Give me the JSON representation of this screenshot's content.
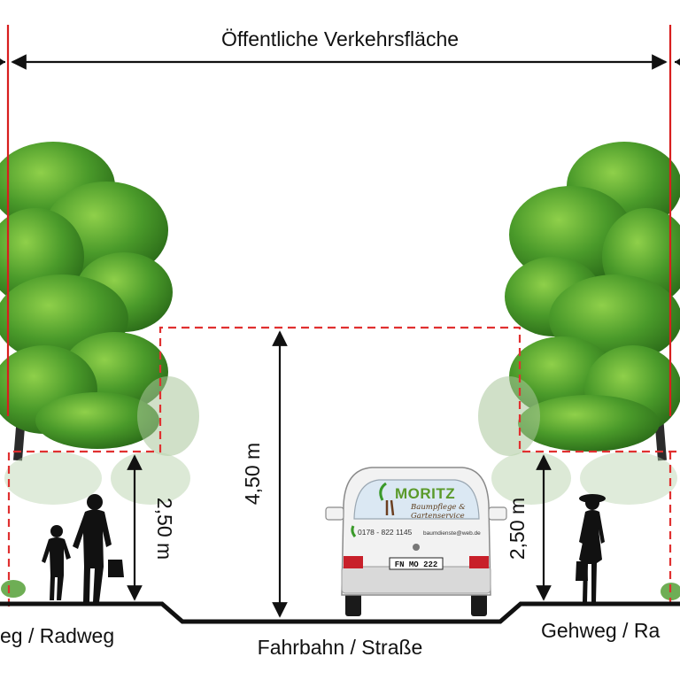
{
  "diagram": {
    "title": "Öffentliche Verkehrsfläche",
    "road_label": "Fahrbahn / Straße",
    "left_sidewalk_label": "eg / Radweg",
    "right_sidewalk_label": "Gehweg / Ra",
    "road_clearance": "4,50 m",
    "left_sidewalk_clearance": "2,50 m",
    "right_sidewalk_clearance": "2,50 m"
  },
  "van": {
    "brand": "MORITZ",
    "service_line1": "Baumpflege &",
    "service_line2": "Gartenservice",
    "phone": "0178 - 822 1145",
    "email": "baumdienste@web.de",
    "plate": "FN MO 222"
  },
  "colors": {
    "boundary_line": "#d81e1e",
    "clearance_dash": "#e03030",
    "foliage_dark": "#2f7a1f",
    "foliage_mid": "#4a9a2a",
    "foliage_light": "#7cc040",
    "trunk": "#2b2b2b",
    "ground": "#111111"
  },
  "icons": {
    "left_figures": "adult-and-child-silhouette-icon",
    "right_figure": "woman-with-hat-silhouette-icon",
    "vehicle": "van-rear-view-icon",
    "trees": "deciduous-tree-icon"
  }
}
